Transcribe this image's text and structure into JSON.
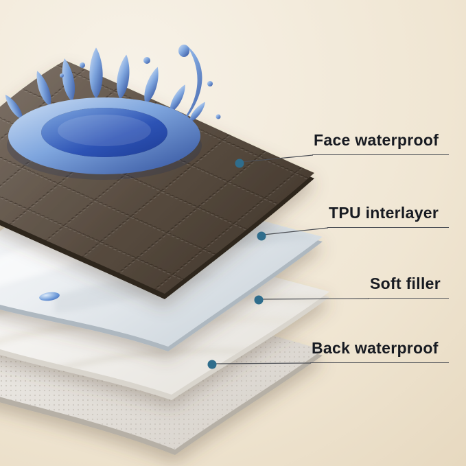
{
  "page": {
    "type": "product-feature-diagram",
    "background": {
      "start": "#f7f2e8",
      "mid": "#f0e6d3",
      "end": "#e2d2b6"
    }
  },
  "diagram": {
    "kind": "layered-material-stack",
    "layer_count": 4,
    "layers": [
      {
        "name": "face-waterproof-layer",
        "color": "#5b4e42"
      },
      {
        "name": "tpu-interlayer-layer",
        "color": "#eef1f4"
      },
      {
        "name": "soft-filler-layer",
        "color": "#f6f5f2"
      },
      {
        "name": "back-waterproof-layer",
        "color": "#ebe8e3"
      }
    ]
  },
  "labels": [
    {
      "text": "Face waterproof"
    },
    {
      "text": "TPU interlayer"
    },
    {
      "text": "Soft filler"
    },
    {
      "text": "Back waterproof"
    }
  ],
  "colors": {
    "label_text": "#171a21",
    "underline": "#4c4f55",
    "leader_line": "#4c4f55",
    "dot": "#2f6d8c",
    "splash_blue": "#2d53b5",
    "fabric_brown": "#5b4e42"
  }
}
